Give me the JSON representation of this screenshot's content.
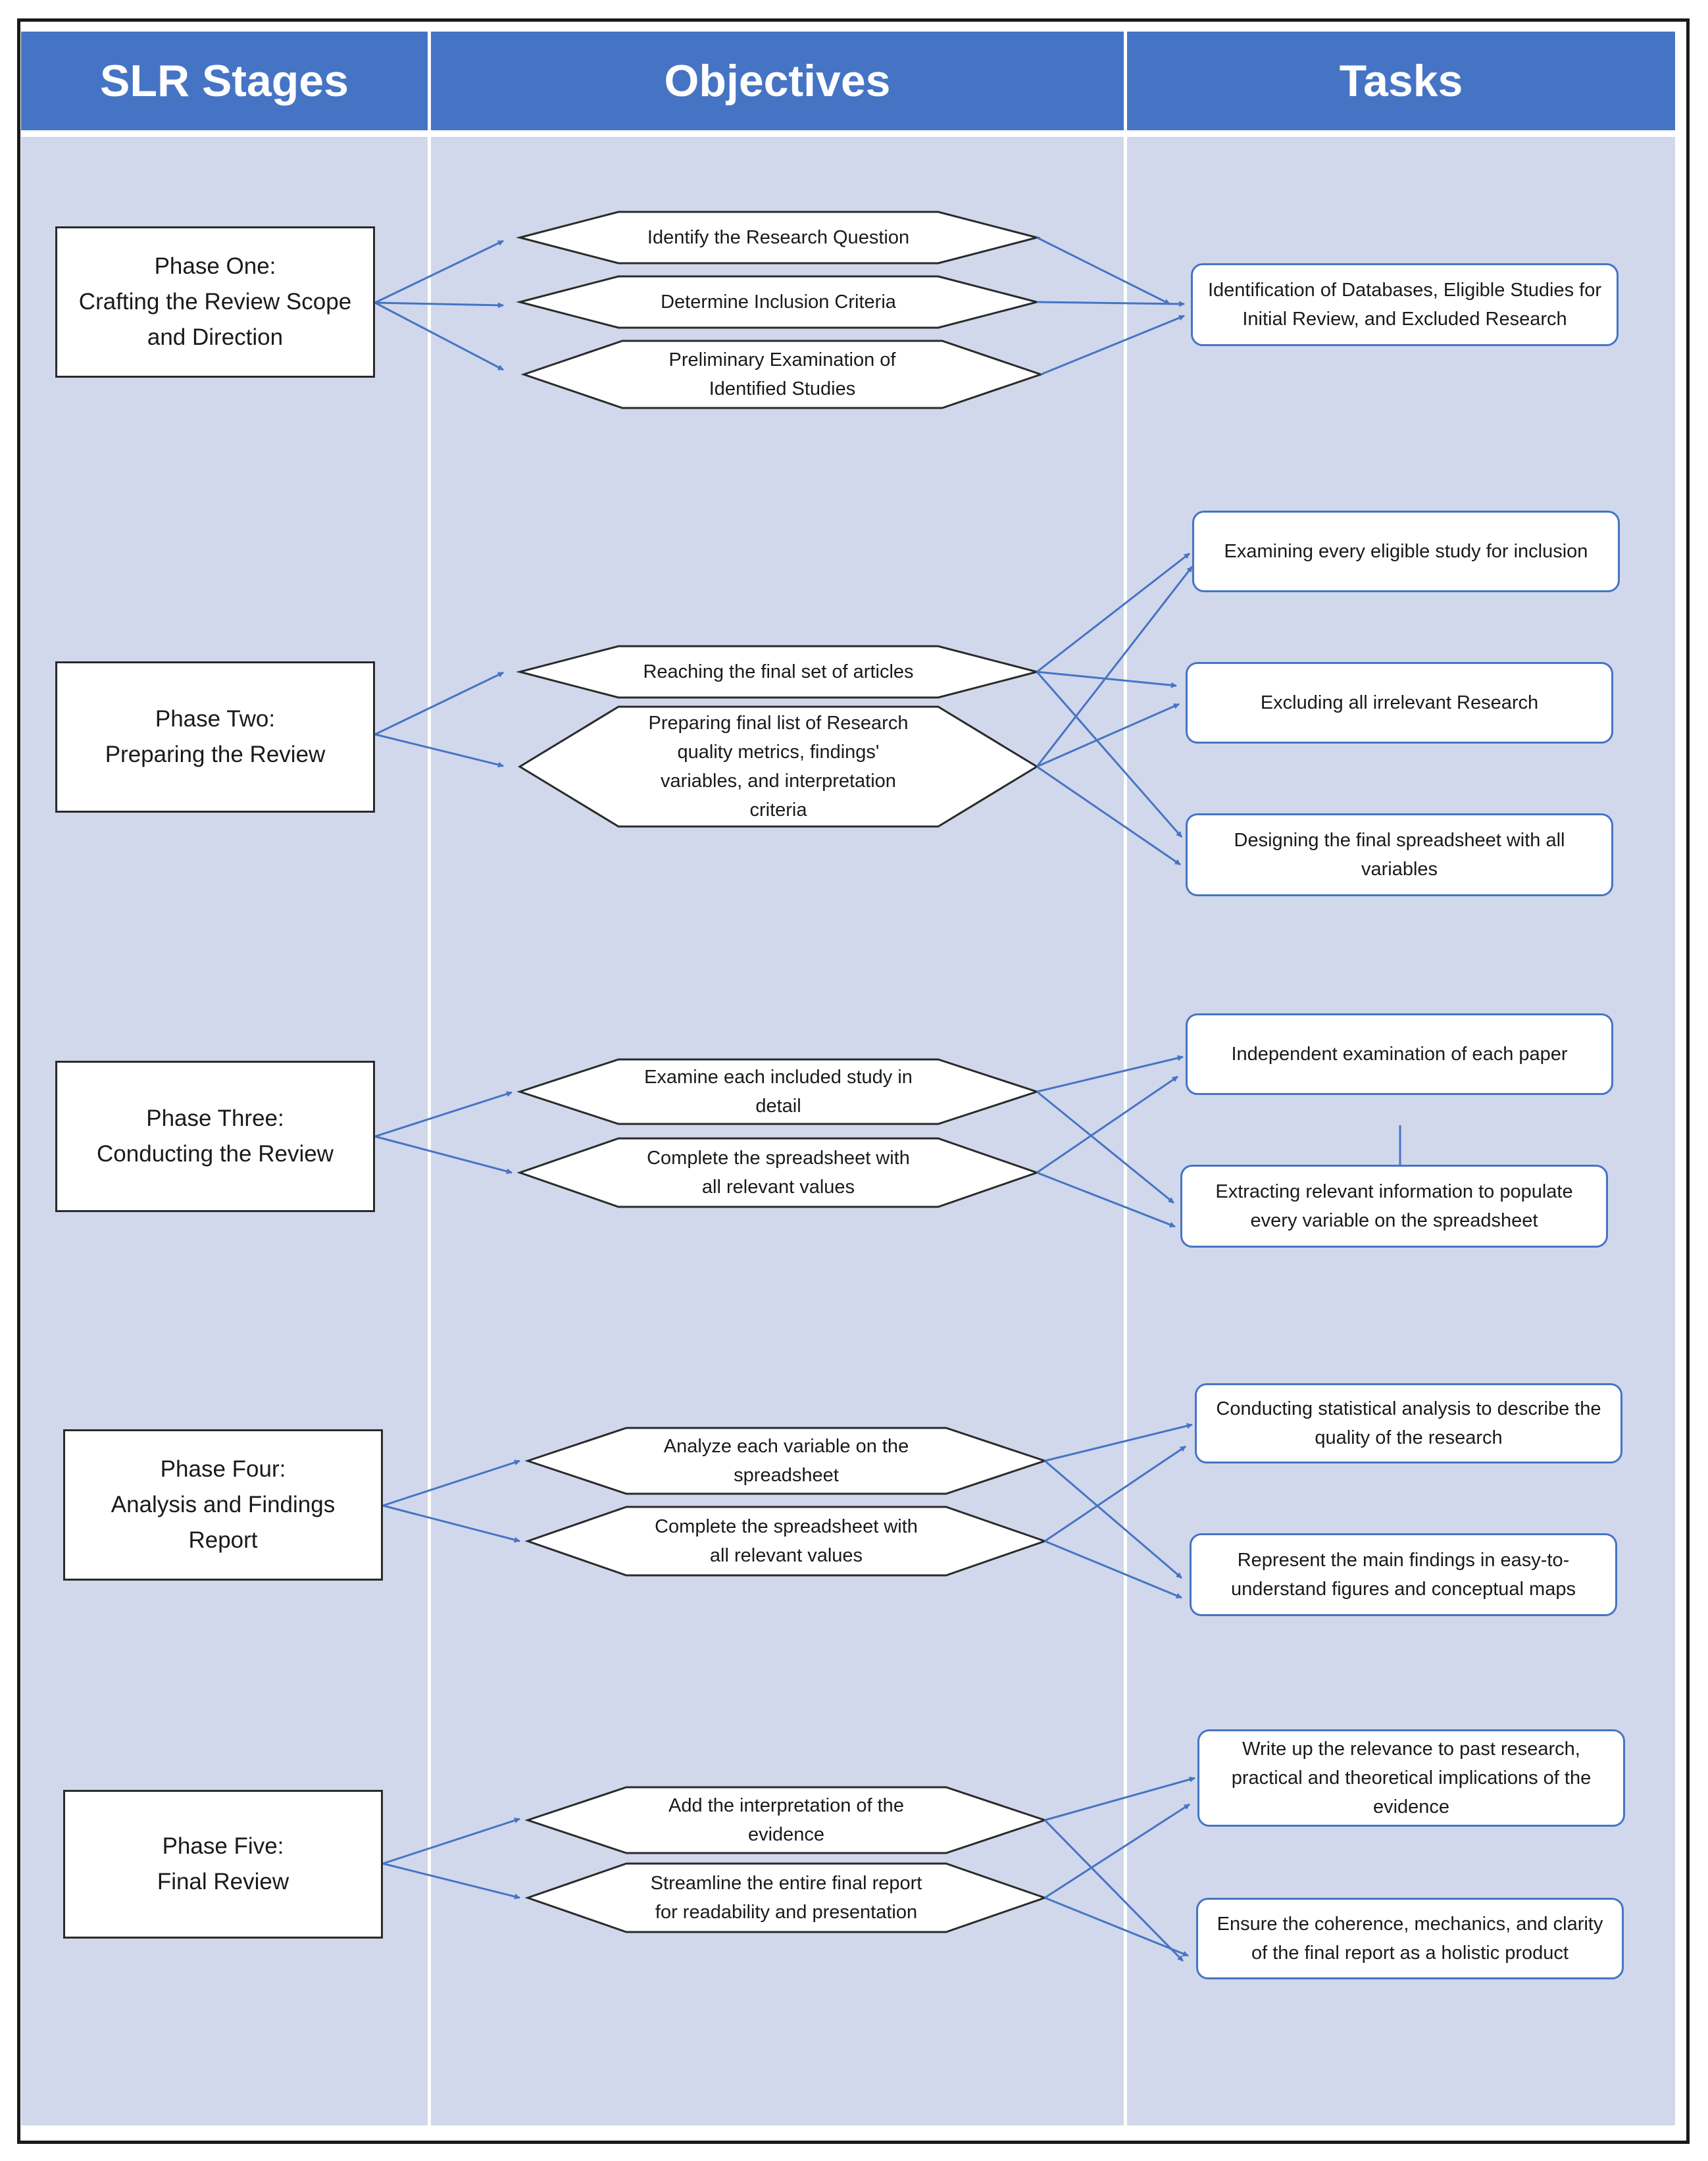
{
  "headers": {
    "stages": "SLR Stages",
    "objectives": "Objectives",
    "tasks": "Tasks"
  },
  "phases": [
    {
      "label": "Phase One:\nCrafting the Review Scope\nand Direction"
    },
    {
      "label": "Phase Two:\nPreparing the Review"
    },
    {
      "label": "Phase Three:\nConducting the Review"
    },
    {
      "label": "Phase Four:\nAnalysis and Findings\nReport"
    },
    {
      "label": "Phase Five:\nFinal Review"
    }
  ],
  "objectives": [
    {
      "label": "Identify the Research Question"
    },
    {
      "label": "Determine Inclusion Criteria"
    },
    {
      "label": "Preliminary Examination of\nIdentified Studies"
    },
    {
      "label": "Reaching the final set of articles"
    },
    {
      "label": "Preparing final list of Research\nquality metrics, findings'\nvariables, and interpretation\ncriteria"
    },
    {
      "label": "Examine each included study in\ndetail"
    },
    {
      "label": "Complete the spreadsheet with\nall relevant values"
    },
    {
      "label": "Analyze each variable on the\nspreadsheet"
    },
    {
      "label": "Complete the spreadsheet with\nall relevant values"
    },
    {
      "label": "Add the interpretation of the\nevidence"
    },
    {
      "label": "Streamline the entire final report\nfor readability and presentation"
    }
  ],
  "tasks": [
    {
      "label": "Identification of Databases, Eligible Studies for\nInitial Review, and Excluded Research"
    },
    {
      "label": "Examining every eligible study for inclusion"
    },
    {
      "label": "Excluding all irrelevant Research"
    },
    {
      "label": "Designing the final spreadsheet with all\nvariables"
    },
    {
      "label": "Independent examination of each paper"
    },
    {
      "label": "Extracting relevant information to populate\nevery variable on the spreadsheet"
    },
    {
      "label": "Conducting statistical analysis to describe the\nquality of the research"
    },
    {
      "label": "Represent the main findings in easy-to-\nunderstand figures and conceptual maps"
    },
    {
      "label": "Write up the relevance to past research,\npractical and theoretical implications of the\nevidence"
    },
    {
      "label": "Ensure the coherence, mechanics, and clarity\nof the final report as a holistic product"
    }
  ],
  "colors": {
    "header": "#4674c5",
    "background": "#d1d8eb",
    "arrow": "#4674c5",
    "border": "#2a2a2a"
  }
}
